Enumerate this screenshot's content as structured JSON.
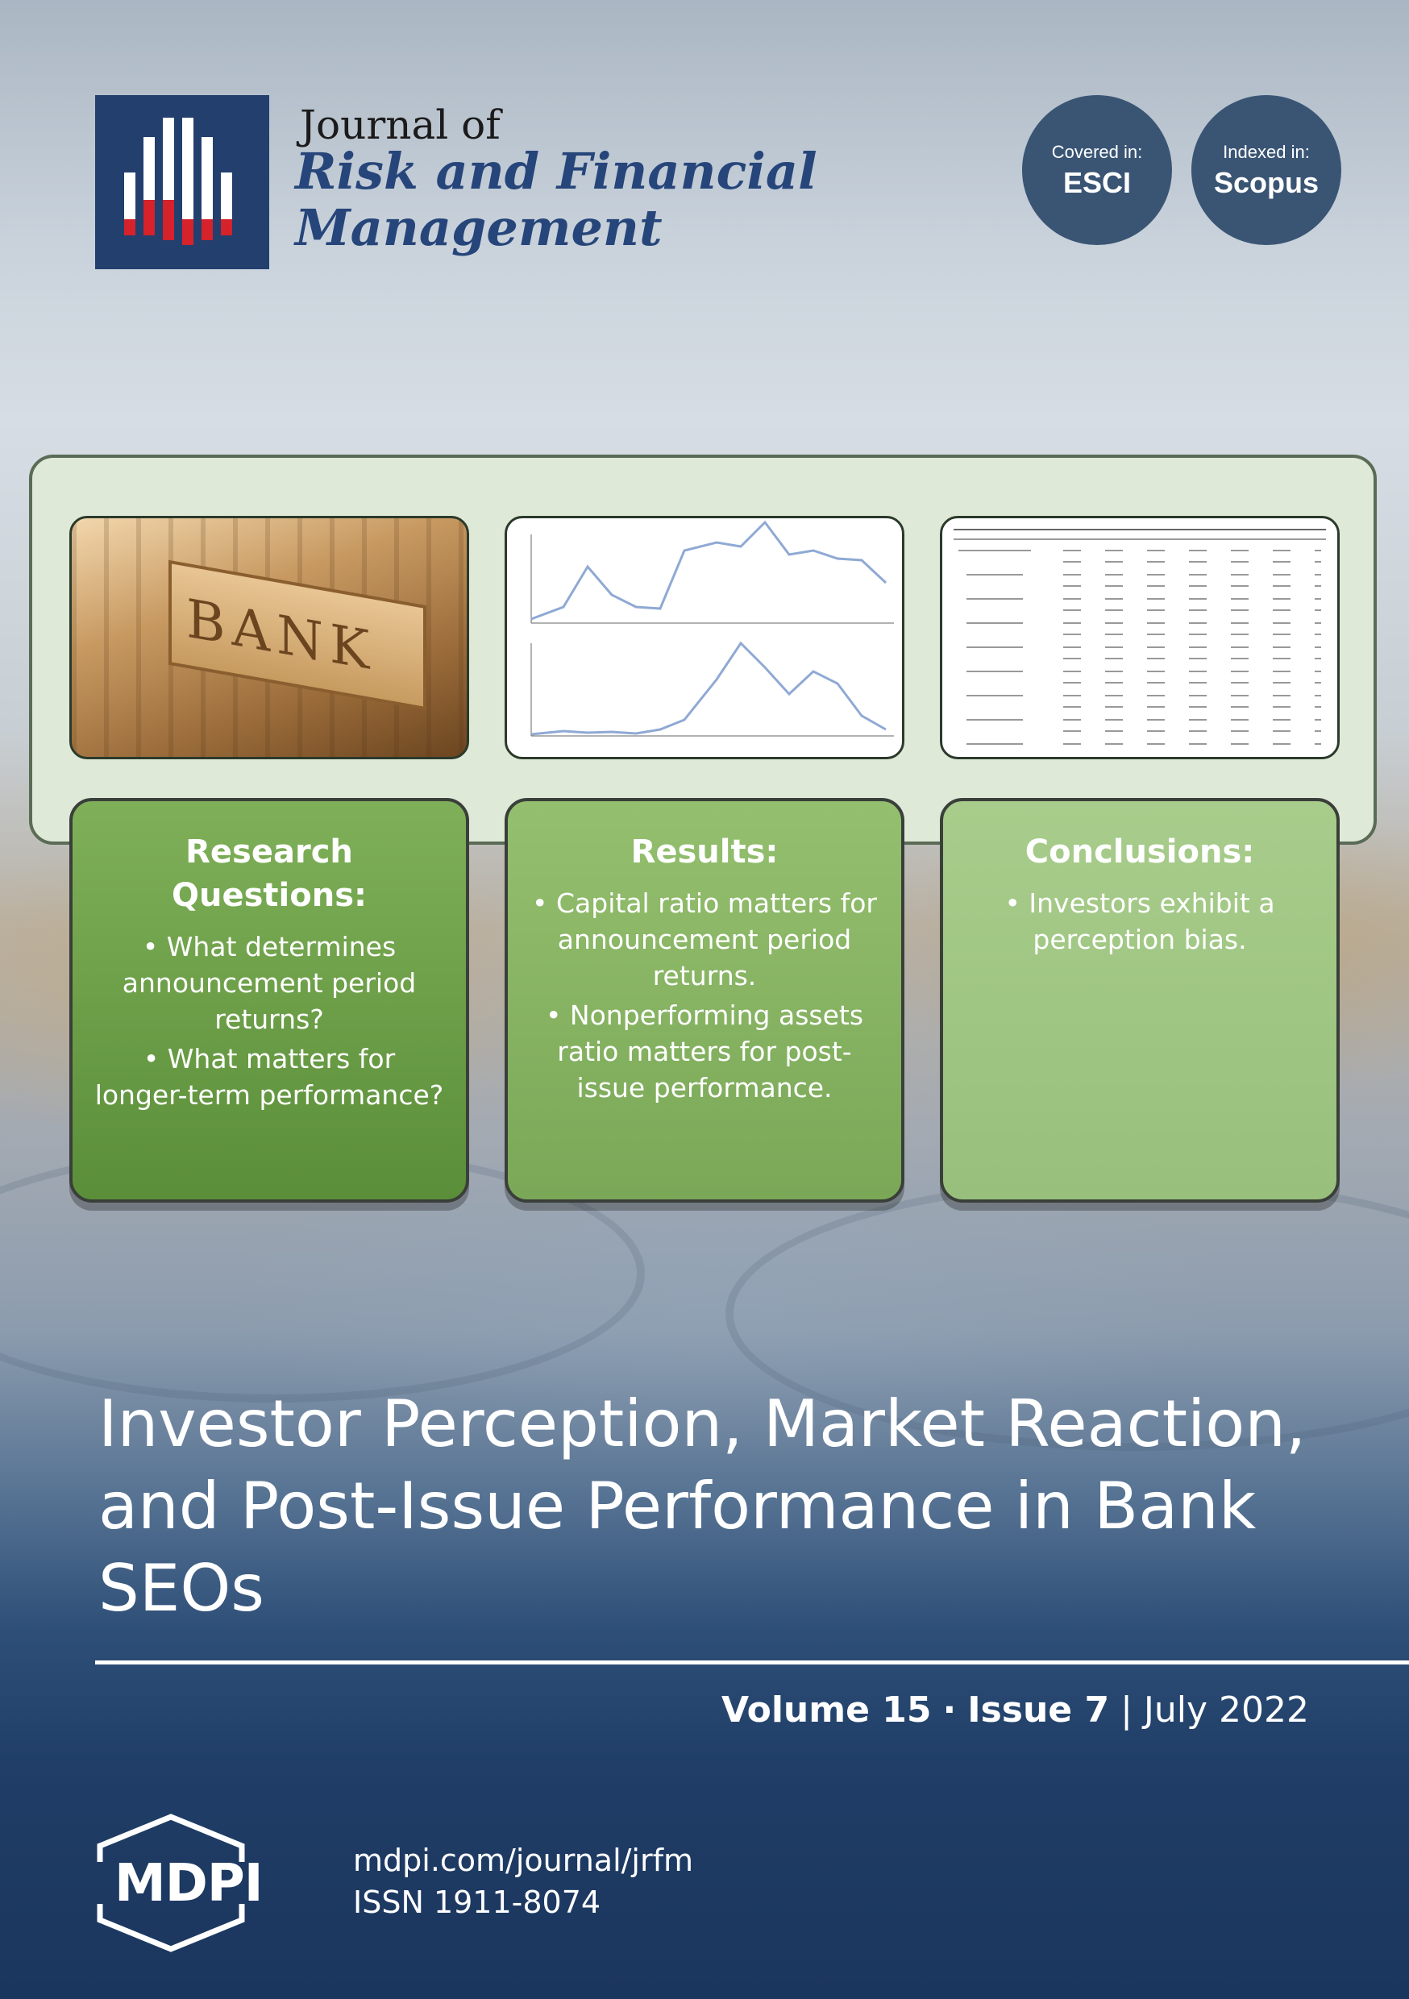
{
  "journal": {
    "prefix": "Journal of",
    "name_line1": "Risk and Financial",
    "name_line2": "Management"
  },
  "badges": [
    {
      "label": "Covered in:",
      "value": "ESCI"
    },
    {
      "label": "Indexed in:",
      "value": "Scopus"
    }
  ],
  "graphical_abstract": {
    "photo_sign_text": "BANK",
    "boxes": [
      {
        "heading_line1": "Research",
        "heading_line2": "Questions:",
        "bullets": [
          "• What determines announcement period returns?",
          "• What matters for longer-term performance?"
        ]
      },
      {
        "heading_line1": "Results:",
        "bullets": [
          "• Capital ratio matters for announcement period returns.",
          "• Nonperforming assets ratio matters for post-issue performance."
        ]
      },
      {
        "heading_line1": "Conclusions:",
        "bullets": [
          "• Investors exhibit a perception bias."
        ]
      }
    ]
  },
  "article": {
    "title_line1": "Investor Perception, Market Reaction,",
    "title_line2": "and Post-Issue Performance in Bank",
    "title_line3": "SEOs"
  },
  "issue": {
    "volume": "Volume  15",
    "separator": "·",
    "issue": "Issue 7",
    "pipe": "|",
    "date": "July 2022"
  },
  "publisher": {
    "logo_text": "MDPI",
    "url": "mdpi.com/journal/jrfm",
    "issn": "ISSN 1911-8074"
  },
  "colors": {
    "logo_navy": "#233f6e",
    "logo_red": "#d5222b",
    "journal_blue": "#26457a",
    "badge_fill": "#3a5574",
    "box_dark_green": "#5b8e39",
    "box_mid_green": "#7aa857",
    "box_light_green": "#98c07c"
  }
}
